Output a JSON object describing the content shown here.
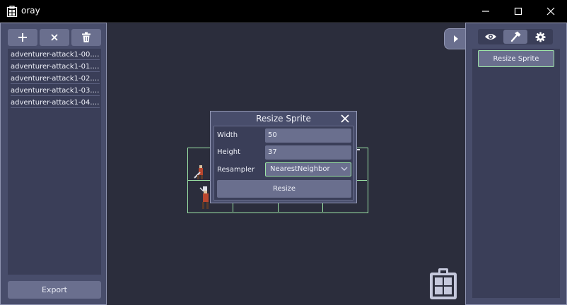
{
  "window": {
    "title": "oray"
  },
  "colors": {
    "panel": "#484d6b",
    "panel_dark": "#3a3e58",
    "button": "#6a6f8e",
    "canvas": "#2b2d3c",
    "accent_green": "#9ce5a6"
  },
  "left_panel": {
    "toolbar": [
      "add-icon",
      "close-icon",
      "trash-icon"
    ],
    "files": [
      "adventurer-attack1-00.png",
      "adventurer-attack1-01.png",
      "adventurer-attack1-02.png",
      "adventurer-attack1-03.png",
      "adventurer-attack1-04.png"
    ],
    "export_label": "Export"
  },
  "dialog": {
    "title": "Resize Sprite",
    "width_label": "Width",
    "width_value": "50",
    "height_label": "Height",
    "height_value": "37",
    "resampler_label": "Resampler",
    "resampler_value": "NearestNeighbor",
    "resize_label": "Resize"
  },
  "right_panel": {
    "tabs": [
      "eye-icon",
      "hammer-icon",
      "gear-icon"
    ],
    "active_tab": 1,
    "resize_sprite_label": "Resize Sprite"
  }
}
